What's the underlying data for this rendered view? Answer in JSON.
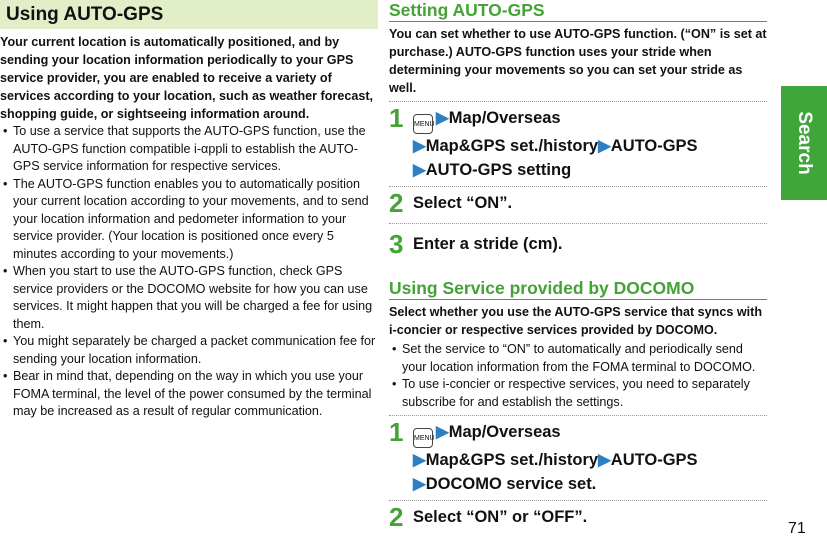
{
  "left": {
    "heading": "Using AUTO-GPS",
    "intro": "Your current location is automatically positioned, and by sending your location information periodically to your GPS service provider, you are enabled to receive a variety of services according to your location, such as weather forecast, shopping guide, or sightseeing information around.",
    "bullets": [
      "To use a service that supports the AUTO-GPS function, use the AUTO-GPS function compatible i-αppli to establish the AUTO-GPS service information for respective services.",
      "The AUTO-GPS function enables you to automatically position your current location according to your movements, and to send your location information and pedometer information to your service provider. (Your location is positioned once every 5 minutes according to your movements.)",
      "When you start to use the AUTO-GPS function, check GPS service providers or the DOCOMO website for how you can use services. It might happen that you will be charged a fee for using them.",
      "You might separately be charged a packet communication fee for sending your location information.",
      "Bear in mind that, depending on the way in which you use your FOMA terminal, the level of the power consumed by the terminal may be increased as a result of regular communication."
    ]
  },
  "setting": {
    "heading": "Setting AUTO-GPS",
    "para": "You can set whether to use AUTO-GPS function. (“ON” is set at purchase.) AUTO-GPS function uses your stride when determining your movements so you can set your stride as well.",
    "steps": [
      {
        "num": "1",
        "key": "MENU",
        "path": [
          "Map/Overseas",
          "Map&GPS set./history",
          "AUTO-GPS",
          "AUTO-GPS setting"
        ]
      },
      {
        "num": "2",
        "text": "Select “ON”."
      },
      {
        "num": "3",
        "text": "Enter a stride (cm)."
      }
    ]
  },
  "docomo": {
    "heading": "Using Service provided by DOCOMO",
    "para": "Select whether you use the AUTO-GPS service that syncs with i-concier or respective services provided by DOCOMO.",
    "bullets": [
      "Set the service to “ON” to automatically and periodically send your location information from the FOMA terminal to DOCOMO.",
      "To use i-concier or respective services, you need to separately subscribe for and establish the settings."
    ],
    "steps": [
      {
        "num": "1",
        "key": "MENU",
        "path": [
          "Map/Overseas",
          "Map&GPS set./history",
          "AUTO-GPS",
          "DOCOMO service set."
        ]
      },
      {
        "num": "2",
        "text": "Select “ON” or “OFF”."
      }
    ]
  },
  "arrow_glyph": "▶",
  "side_tab": "Search",
  "page_number": "71",
  "colors": {
    "accent": "#44a236",
    "tab": "#3fa63a",
    "left_heading_bg": "#e1eec7",
    "arrow": "#2e7fc2"
  }
}
